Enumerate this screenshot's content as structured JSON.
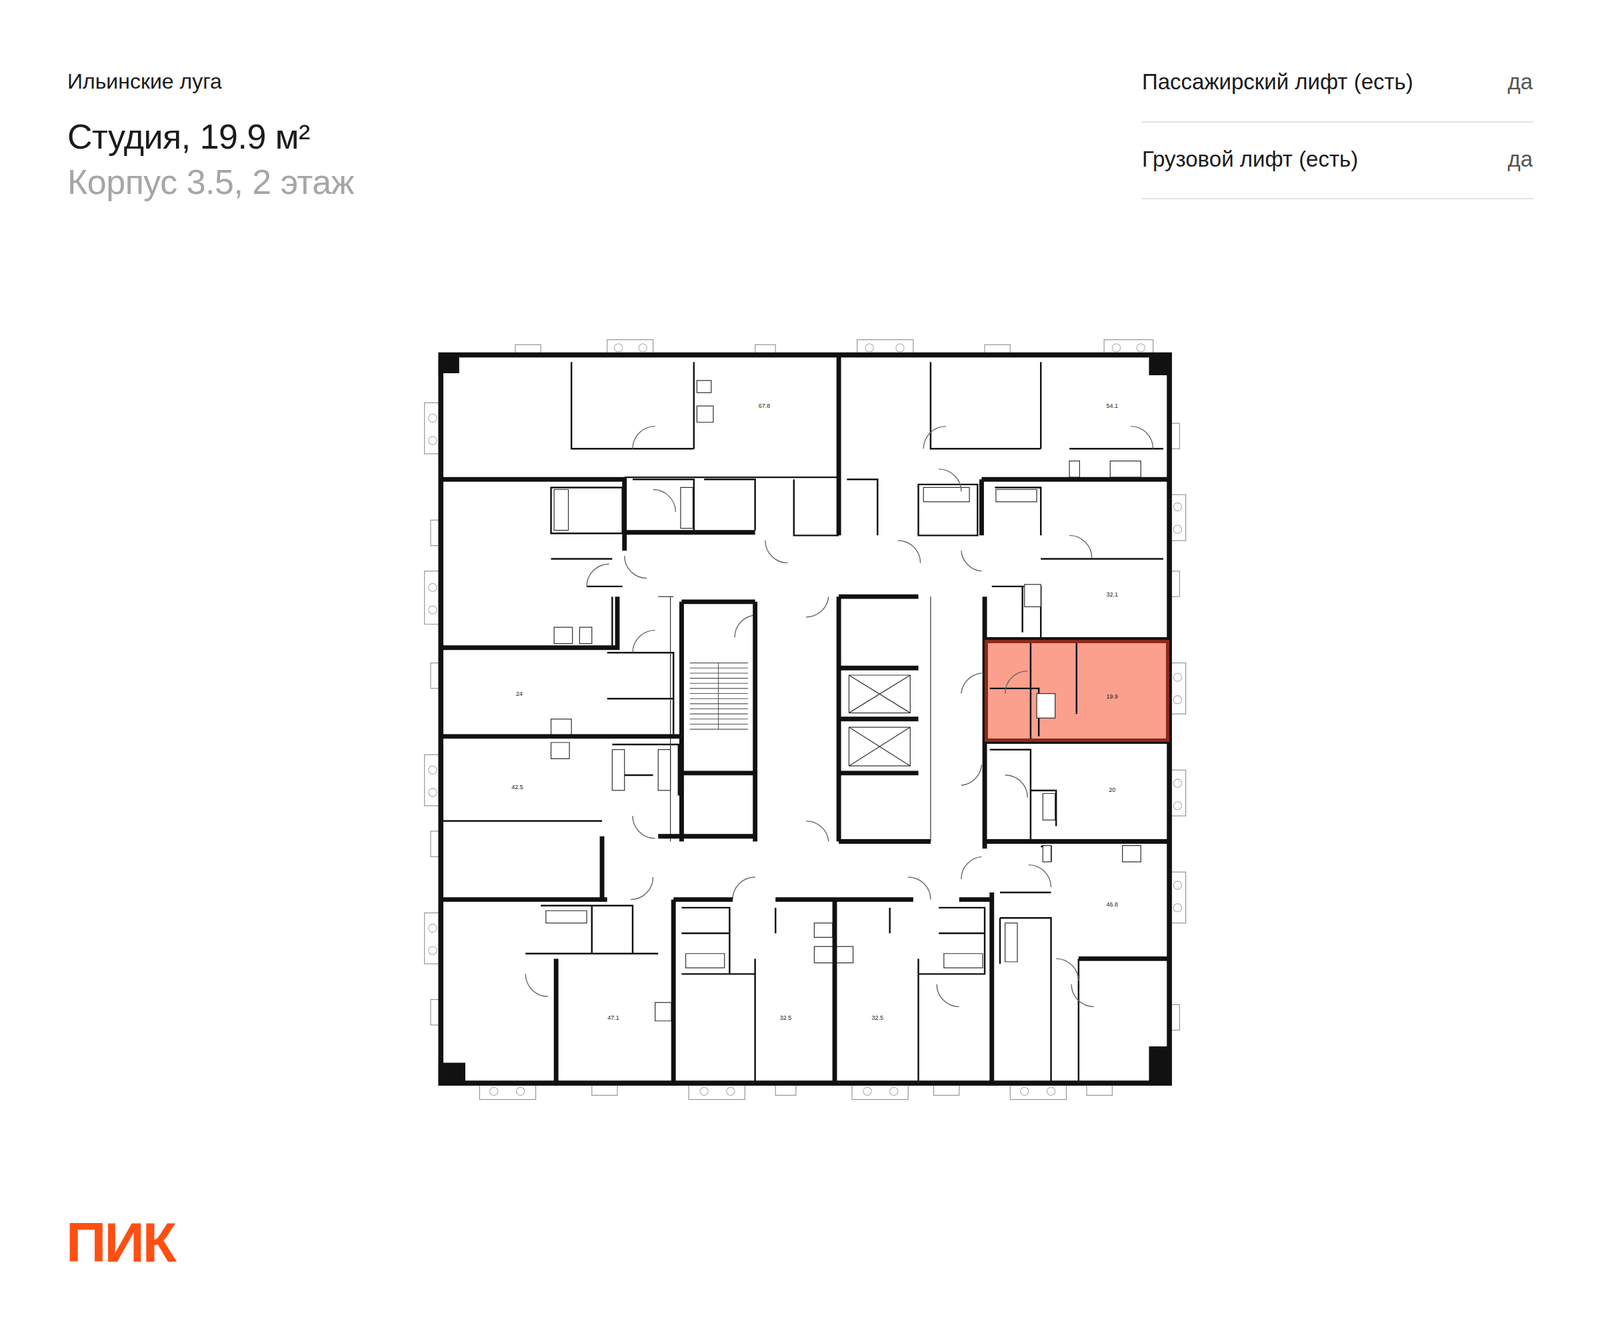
{
  "diagram": {
    "title": "Студия, 19.9 м²",
    "nodes": [
      {
        "text": [
          "19.9"
        ]
      }
    ],
    "labels": [
      "Ильинские луга",
      "Корпус 3.5, 2 этаж",
      "Пассажирский лифт (есть)",
      "да",
      "Грузовой лифт (есть)",
      "да",
      "67.8",
      "54.1",
      "32.1",
      "20",
      "46.8",
      "24",
      "42.5",
      "47.1",
      "32.5",
      "32.5",
      "ПИК"
    ]
  }
}
